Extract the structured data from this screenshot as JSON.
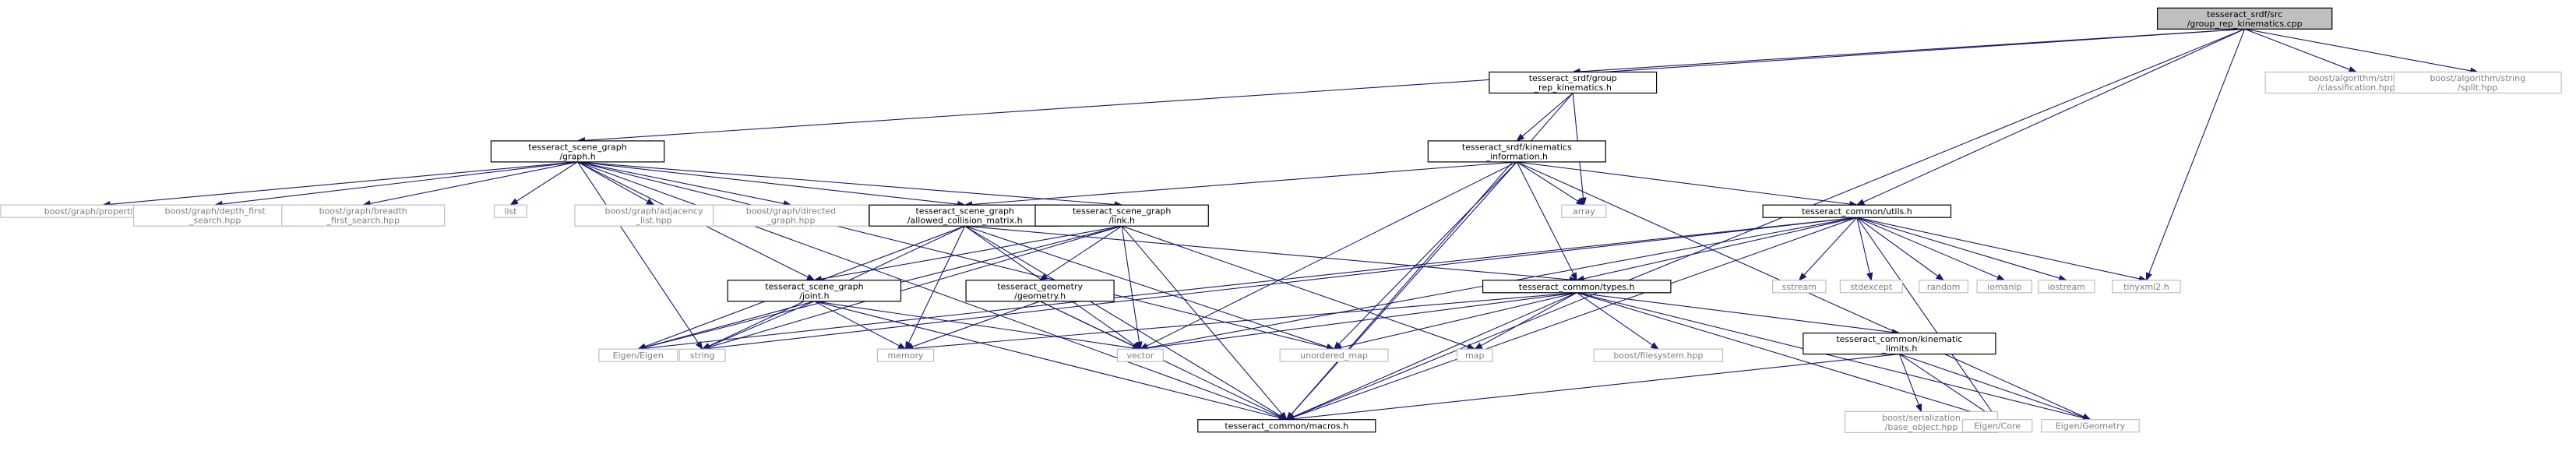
{
  "diagram": {
    "nodes": [
      {
        "id": "root",
        "type": "main",
        "lines": [
          "tesseract_srdf/src",
          "/group_rep_kinematics.cpp"
        ]
      },
      {
        "id": "grk_h",
        "type": "internal",
        "lines": [
          "tesseract_srdf/group",
          "_rep_kinematics.h"
        ]
      },
      {
        "id": "classification",
        "type": "external",
        "lines": [
          "boost/algorithm/string",
          "/classification.hpp"
        ]
      },
      {
        "id": "split",
        "type": "external",
        "lines": [
          "boost/algorithm/string",
          "/split.hpp"
        ]
      },
      {
        "id": "graph_h",
        "type": "internal",
        "lines": [
          "tesseract_scene_graph",
          "/graph.h"
        ]
      },
      {
        "id": "kin_info",
        "type": "internal",
        "lines": [
          "tesseract_srdf/kinematics",
          "_information.h"
        ]
      },
      {
        "id": "properties",
        "type": "external",
        "lines": [
          "boost/graph/properties.hpp"
        ]
      },
      {
        "id": "dfs",
        "type": "external",
        "lines": [
          "boost/graph/depth_first",
          "_search.hpp"
        ]
      },
      {
        "id": "bfs",
        "type": "external",
        "lines": [
          "boost/graph/breadth",
          "_first_search.hpp"
        ]
      },
      {
        "id": "list",
        "type": "external",
        "lines": [
          "list"
        ]
      },
      {
        "id": "adjacency",
        "type": "external",
        "lines": [
          "boost/graph/adjacency",
          "_list.hpp"
        ]
      },
      {
        "id": "directed",
        "type": "external",
        "lines": [
          "boost/graph/directed",
          "_graph.hpp"
        ]
      },
      {
        "id": "acm",
        "type": "internal",
        "lines": [
          "tesseract_scene_graph",
          "/allowed_collision_matrix.h"
        ]
      },
      {
        "id": "link_h",
        "type": "internal",
        "lines": [
          "tesseract_scene_graph",
          "/link.h"
        ]
      },
      {
        "id": "array",
        "type": "external",
        "lines": [
          "array"
        ]
      },
      {
        "id": "utils_h",
        "type": "internal",
        "lines": [
          "tesseract_common/utils.h"
        ]
      },
      {
        "id": "tinyxml2",
        "type": "external",
        "lines": [
          "tinyxml2.h"
        ]
      },
      {
        "id": "joint_h",
        "type": "internal",
        "lines": [
          "tesseract_scene_graph",
          "/joint.h"
        ]
      },
      {
        "id": "geometry_h",
        "type": "internal",
        "lines": [
          "tesseract_geometry",
          "/geometry.h"
        ]
      },
      {
        "id": "types_h",
        "type": "internal",
        "lines": [
          "tesseract_common/types.h"
        ]
      },
      {
        "id": "sstream",
        "type": "external",
        "lines": [
          "sstream"
        ]
      },
      {
        "id": "stdexcept",
        "type": "external",
        "lines": [
          "stdexcept"
        ]
      },
      {
        "id": "random",
        "type": "external",
        "lines": [
          "random"
        ]
      },
      {
        "id": "iomanip",
        "type": "external",
        "lines": [
          "iomanip"
        ]
      },
      {
        "id": "iostream",
        "type": "external",
        "lines": [
          "iostream"
        ]
      },
      {
        "id": "eigen_eigen",
        "type": "external",
        "lines": [
          "Eigen/Eigen"
        ]
      },
      {
        "id": "string",
        "type": "external",
        "lines": [
          "string"
        ]
      },
      {
        "id": "memory",
        "type": "external",
        "lines": [
          "memory"
        ]
      },
      {
        "id": "vector",
        "type": "external",
        "lines": [
          "vector"
        ]
      },
      {
        "id": "unordered_map",
        "type": "external",
        "lines": [
          "unordered_map"
        ]
      },
      {
        "id": "map",
        "type": "external",
        "lines": [
          "map"
        ]
      },
      {
        "id": "filesystem",
        "type": "external",
        "lines": [
          "boost/filesystem.hpp"
        ]
      },
      {
        "id": "kin_limits",
        "type": "internal",
        "lines": [
          "tesseract_common/kinematic",
          "_limits.h"
        ]
      },
      {
        "id": "macros",
        "type": "internal",
        "lines": [
          "tesseract_common/macros.h"
        ]
      },
      {
        "id": "base_object",
        "type": "external",
        "lines": [
          "boost/serialization",
          "/base_object.hpp"
        ]
      },
      {
        "id": "eigen_core",
        "type": "external",
        "lines": [
          "Eigen/Core"
        ]
      },
      {
        "id": "eigen_geometry",
        "type": "external",
        "lines": [
          "Eigen/Geometry"
        ]
      }
    ],
    "edges": [
      [
        "root",
        "grk_h"
      ],
      [
        "root",
        "classification"
      ],
      [
        "root",
        "split"
      ],
      [
        "root",
        "graph_h"
      ],
      [
        "root",
        "utils_h"
      ],
      [
        "root",
        "tinyxml2"
      ],
      [
        "root",
        "macros"
      ],
      [
        "grk_h",
        "kin_info"
      ],
      [
        "grk_h",
        "array"
      ],
      [
        "grk_h",
        "macros"
      ],
      [
        "kin_info",
        "acm"
      ],
      [
        "kin_info",
        "array"
      ],
      [
        "kin_info",
        "utils_h"
      ],
      [
        "kin_info",
        "types_h"
      ],
      [
        "kin_info",
        "vector"
      ],
      [
        "kin_info",
        "unordered_map"
      ],
      [
        "kin_info",
        "macros"
      ],
      [
        "kin_info",
        "eigen_geometry"
      ],
      [
        "graph_h",
        "properties"
      ],
      [
        "graph_h",
        "dfs"
      ],
      [
        "graph_h",
        "bfs"
      ],
      [
        "graph_h",
        "list"
      ],
      [
        "graph_h",
        "adjacency"
      ],
      [
        "graph_h",
        "directed"
      ],
      [
        "graph_h",
        "acm"
      ],
      [
        "graph_h",
        "link_h"
      ],
      [
        "graph_h",
        "joint_h"
      ],
      [
        "graph_h",
        "string"
      ],
      [
        "graph_h",
        "unordered_map"
      ],
      [
        "graph_h",
        "macros"
      ],
      [
        "acm",
        "types_h"
      ],
      [
        "acm",
        "eigen_eigen"
      ],
      [
        "acm",
        "string"
      ],
      [
        "acm",
        "memory"
      ],
      [
        "acm",
        "vector"
      ],
      [
        "acm",
        "unordered_map"
      ],
      [
        "acm",
        "macros"
      ],
      [
        "link_h",
        "joint_h"
      ],
      [
        "link_h",
        "geometry_h"
      ],
      [
        "link_h",
        "eigen_eigen"
      ],
      [
        "link_h",
        "string"
      ],
      [
        "link_h",
        "vector"
      ],
      [
        "link_h",
        "map"
      ],
      [
        "link_h",
        "macros"
      ],
      [
        "joint_h",
        "eigen_eigen"
      ],
      [
        "joint_h",
        "string"
      ],
      [
        "joint_h",
        "memory"
      ],
      [
        "joint_h",
        "vector"
      ],
      [
        "joint_h",
        "macros"
      ],
      [
        "geometry_h",
        "memory"
      ],
      [
        "geometry_h",
        "vector"
      ],
      [
        "geometry_h",
        "macros"
      ],
      [
        "utils_h",
        "types_h"
      ],
      [
        "utils_h",
        "tinyxml2"
      ],
      [
        "utils_h",
        "sstream"
      ],
      [
        "utils_h",
        "stdexcept"
      ],
      [
        "utils_h",
        "random"
      ],
      [
        "utils_h",
        "iomanip"
      ],
      [
        "utils_h",
        "iostream"
      ],
      [
        "utils_h",
        "eigen_eigen"
      ],
      [
        "utils_h",
        "string"
      ],
      [
        "utils_h",
        "vector"
      ],
      [
        "utils_h",
        "eigen_core"
      ],
      [
        "utils_h",
        "macros"
      ],
      [
        "types_h",
        "kin_limits"
      ],
      [
        "types_h",
        "memory"
      ],
      [
        "types_h",
        "vector"
      ],
      [
        "types_h",
        "unordered_map"
      ],
      [
        "types_h",
        "map"
      ],
      [
        "types_h",
        "filesystem"
      ],
      [
        "types_h",
        "eigen_geometry"
      ],
      [
        "types_h",
        "eigen_core"
      ],
      [
        "types_h",
        "macros"
      ],
      [
        "kin_limits",
        "base_object"
      ],
      [
        "kin_limits",
        "eigen_core"
      ],
      [
        "kin_limits",
        "eigen_geometry"
      ],
      [
        "kin_limits",
        "macros"
      ]
    ]
  }
}
